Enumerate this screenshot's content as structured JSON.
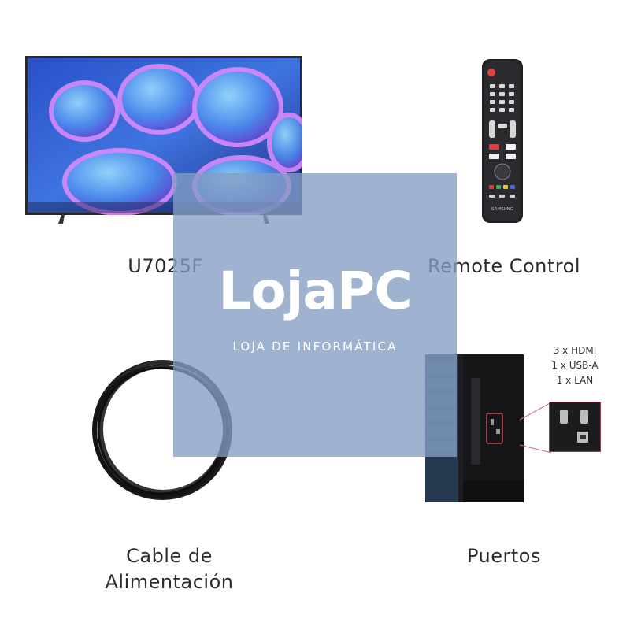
{
  "products": {
    "tv": {
      "label": "U7025F"
    },
    "remote": {
      "label": "Remote Control",
      "logo_text": "SAMSUNG"
    },
    "cable": {
      "label_line1": "Cable de",
      "label_line2": "Alimentación"
    },
    "ports": {
      "label": "Puertos",
      "specs": [
        "3 x HDMI",
        "1 x USB-A",
        "1 x LAN"
      ]
    }
  },
  "watermark": {
    "brand": "LojaPC",
    "tagline": "LOJA DE INFORMÁTICA",
    "color": "#849ec4"
  }
}
